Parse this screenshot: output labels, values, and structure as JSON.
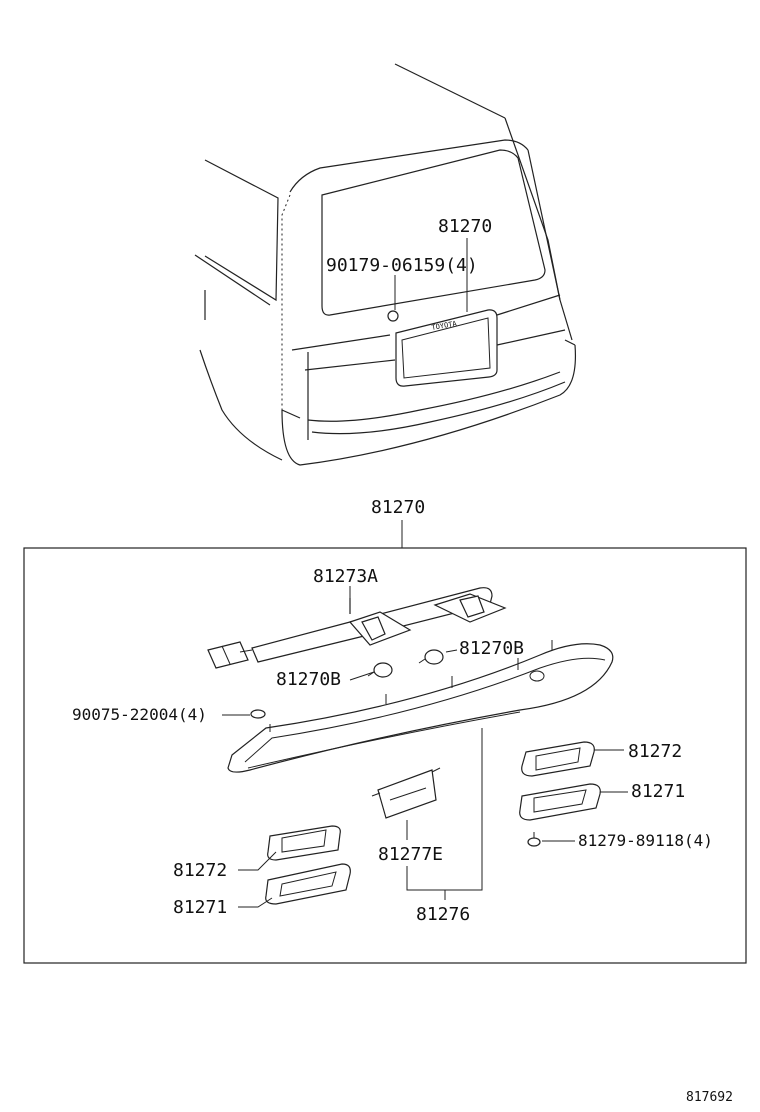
{
  "car_view": {
    "callouts": {
      "garnish": "81270",
      "bolt": "90179-06159(4)"
    }
  },
  "assembly": {
    "group_label": "81270",
    "callouts": {
      "wire_harness": "81273A",
      "bulb_right": "81270B",
      "bulb_left": "81270B",
      "clip": "90075-22004(4)",
      "lens_left": "81272",
      "housing_left": "81271",
      "lens_right": "81272",
      "housing_right": "81271",
      "screw": "81279-89118(4)",
      "bracket": "81277E",
      "bracket_group": "81276"
    }
  },
  "footer": {
    "ref_number": "817692"
  }
}
